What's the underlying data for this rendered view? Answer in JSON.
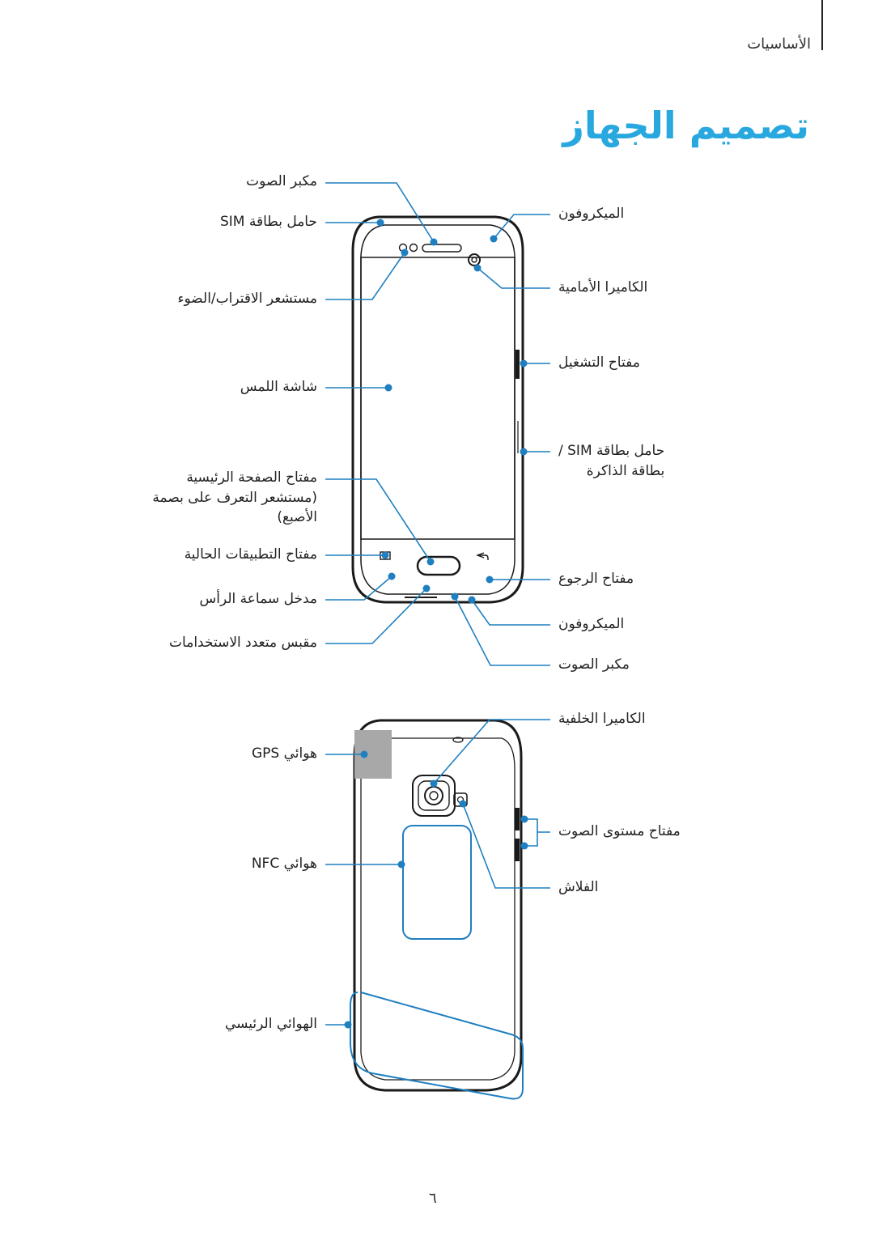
{
  "header": {
    "section": "الأساسيات",
    "title": "تصميم الجهاز"
  },
  "front_labels_left": [
    "مكبر الصوت",
    "حامل بطاقة SIM",
    "مستشعر الاقتراب/الضوء",
    "شاشة اللمس",
    "مفتاح الصفحة الرئيسية\n(مستشعر التعرف على بصمة\nالأصبع)",
    "مفتاح التطبيقات الحالية",
    "مدخل سماعة الرأس",
    "مقبس متعدد الاستخدامات"
  ],
  "front_labels_right": [
    "الميكروفون",
    "الكاميرا الأمامية",
    "مفتاح التشغيل",
    "حامل بطاقة SIM /\nبطاقة الذاكرة",
    "مفتاح الرجوع",
    "الميكروفون",
    "مكبر الصوت"
  ],
  "back_labels_left": [
    "هوائي GPS",
    "هوائي NFC",
    "الهوائي الرئيسي"
  ],
  "back_labels_right": [
    "الكاميرا الخلفية",
    "مفتاح مستوى الصوت",
    "الفلاش"
  ],
  "page_number": "٦",
  "colors": {
    "accent": "#29a8df",
    "callout": "#1f7fc0",
    "gps_patch": "#a8a8a8"
  }
}
